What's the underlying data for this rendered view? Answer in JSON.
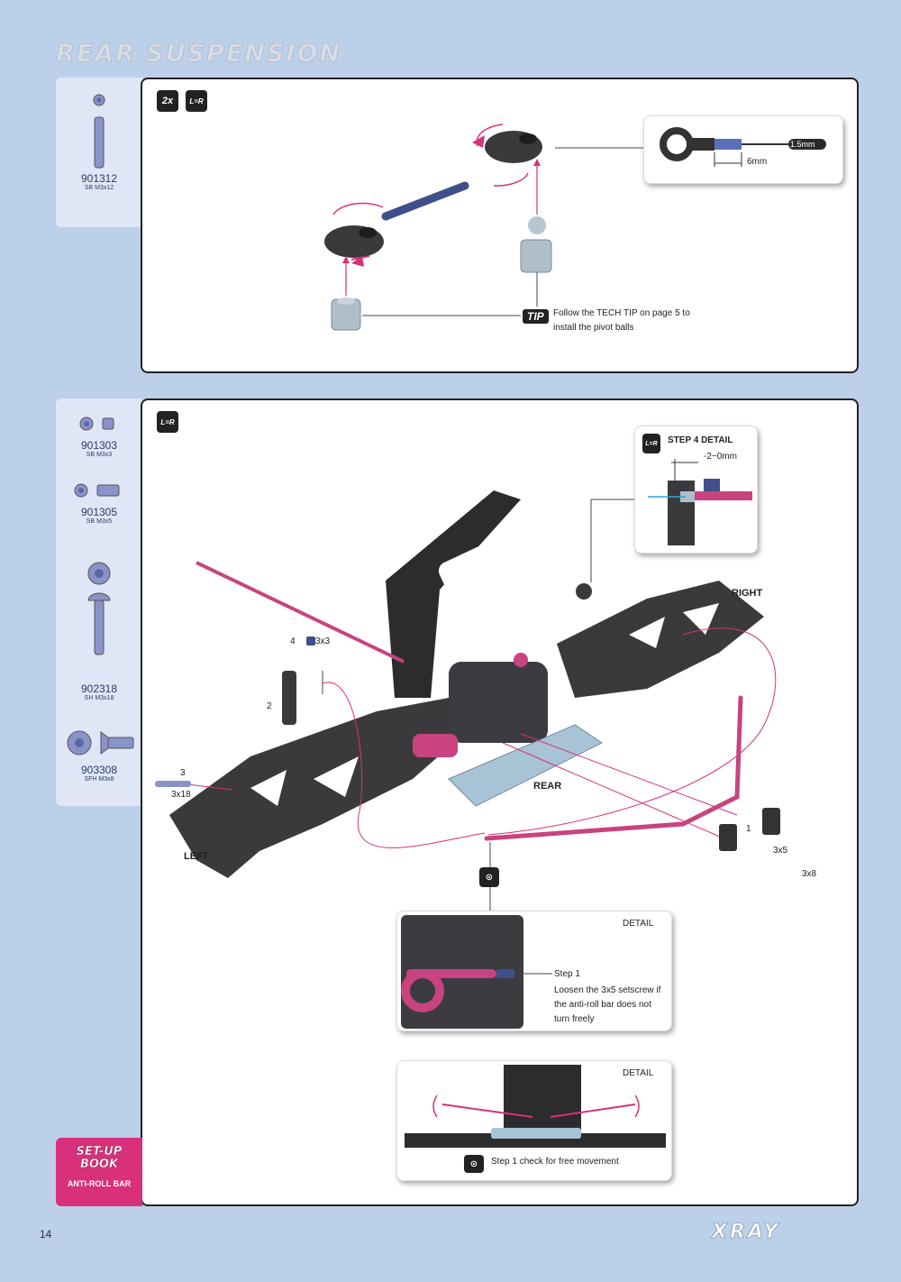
{
  "page": {
    "title": "REAR SUSPENSION",
    "page_number": "14",
    "brand": "XRAY"
  },
  "step1": {
    "badges": {
      "quantity": "2x",
      "symmetry": "L=R"
    },
    "parts": [
      {
        "code": "901312",
        "desc": "SB M3x12"
      }
    ],
    "measure": {
      "tool": "1.5mm",
      "length": "6mm"
    },
    "tip": {
      "badge": "TIP",
      "line1": "Follow the TECH TIP on page 5 to",
      "line2": "install the pivot balls"
    }
  },
  "step2": {
    "badges": {
      "symmetry": "L=R"
    },
    "parts": [
      {
        "code": "901303",
        "desc": "SB M3x3"
      },
      {
        "code": "901305",
        "desc": "SB M3x5"
      },
      {
        "code": "902318",
        "desc": "SH M3x18"
      },
      {
        "code": "903308",
        "desc": "SFH M3x8"
      }
    ],
    "step_detail": {
      "title": "STEP",
      "num": "4",
      "suffix": "DETAIL",
      "range": "-2~0mm"
    },
    "labels": {
      "right": "RIGHT",
      "rear": "REAR",
      "left": "LEFT",
      "s4": "4",
      "s4_size": "3x3",
      "s2": "2",
      "s3": "3",
      "s3_size": "3x18",
      "s1": "1",
      "s1_size1": "3x5",
      "s1_size2": "3x8"
    },
    "detail1": {
      "title": "DETAIL",
      "step": "Step",
      "num": "1",
      "line1": "Loosen the 3x5 setscrew if",
      "line2": "the anti-roll bar does not",
      "line3": "turn freely"
    },
    "detail2": {
      "title": "DETAIL",
      "step": "Step",
      "num": "1",
      "text": "check for free movement"
    }
  },
  "setup_book": {
    "line1": "SET-UP",
    "line2": "BOOK",
    "sub": "ANTI-ROLL BAR"
  },
  "colors": {
    "background": "#bcd0ea",
    "accent": "#d8307a",
    "parts_panel": "#dfe6f5"
  }
}
